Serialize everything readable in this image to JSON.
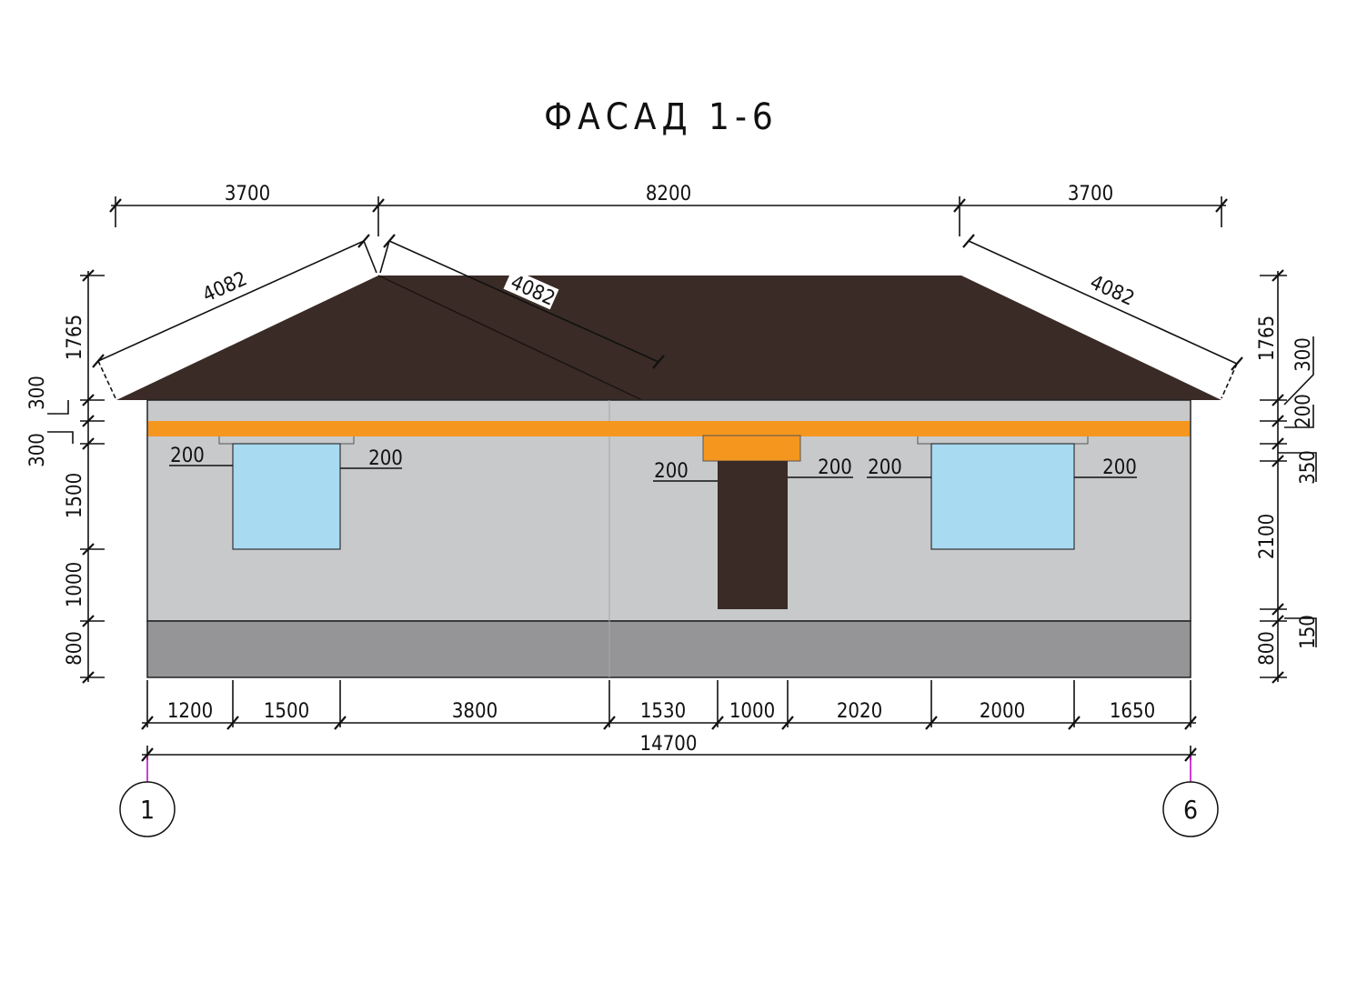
{
  "title": "ФАСАД 1-6",
  "colors": {
    "roof": "#3a2b26",
    "wall": "#c8c9cb",
    "plinth": "#959597",
    "band": "#f5961e",
    "window": "#a8daf2",
    "door": "#3a2b26",
    "axis_line": "#c000c0"
  },
  "top_dims": [
    "3700",
    "8200",
    "3700"
  ],
  "slope_dims": [
    "4082",
    "4082",
    "4082"
  ],
  "bottom_dims": [
    "1200",
    "1500",
    "3800",
    "1530",
    "1000",
    "2020",
    "2000",
    "1650"
  ],
  "overall_dim": "14700",
  "left_dims": {
    "roof": "1765",
    "band_top": "300",
    "band_bottom": "300",
    "window": "1500",
    "sill": "1000",
    "plinth": "800"
  },
  "right_dims": {
    "roof": "1765",
    "a": "300",
    "b": "200",
    "c": "350",
    "door": "2100",
    "d": "150",
    "plinth": "800"
  },
  "opening_dims": [
    "200",
    "200",
    "200",
    "200",
    "200",
    "200"
  ],
  "axes": [
    "1",
    "6"
  ]
}
